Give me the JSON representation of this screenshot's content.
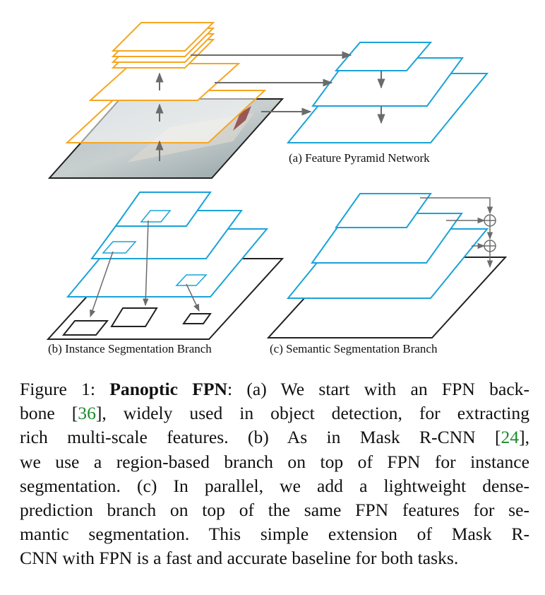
{
  "subcaptions": {
    "a": "(a) Feature Pyramid Network",
    "b": "(b) Instance Segmentation Branch",
    "c": "(c) Semantic Segmentation Branch"
  },
  "caption": {
    "label": "Figure 1: ",
    "title": "Panoptic FPN",
    "line1_after_title": ": (a) We start with an FPN back-",
    "line2_pre": "bone [",
    "cite1": "36",
    "line2_post": "], widely used in object detection, for extracting",
    "line3_pre": "rich multi-scale features.  (b) As in Mask R-CNN [",
    "cite2": "24",
    "line3_post": "],",
    "line4": "we use a region-based branch on top of FPN for instance",
    "line5": "segmentation. (c) In parallel, we add a lightweight dense-",
    "line6": "prediction branch on top of the same FPN features for se-",
    "line7": "mantic segmentation.  This simple extension of Mask R-",
    "line8": "CNN with FPN is a fast and accurate baseline for both tasks."
  },
  "colors": {
    "backbone": "#f5a623",
    "fpn": "#1aa3d9",
    "outline": "#222222",
    "arrow": "#6b6b6b",
    "citation": "#1a8a2c"
  }
}
